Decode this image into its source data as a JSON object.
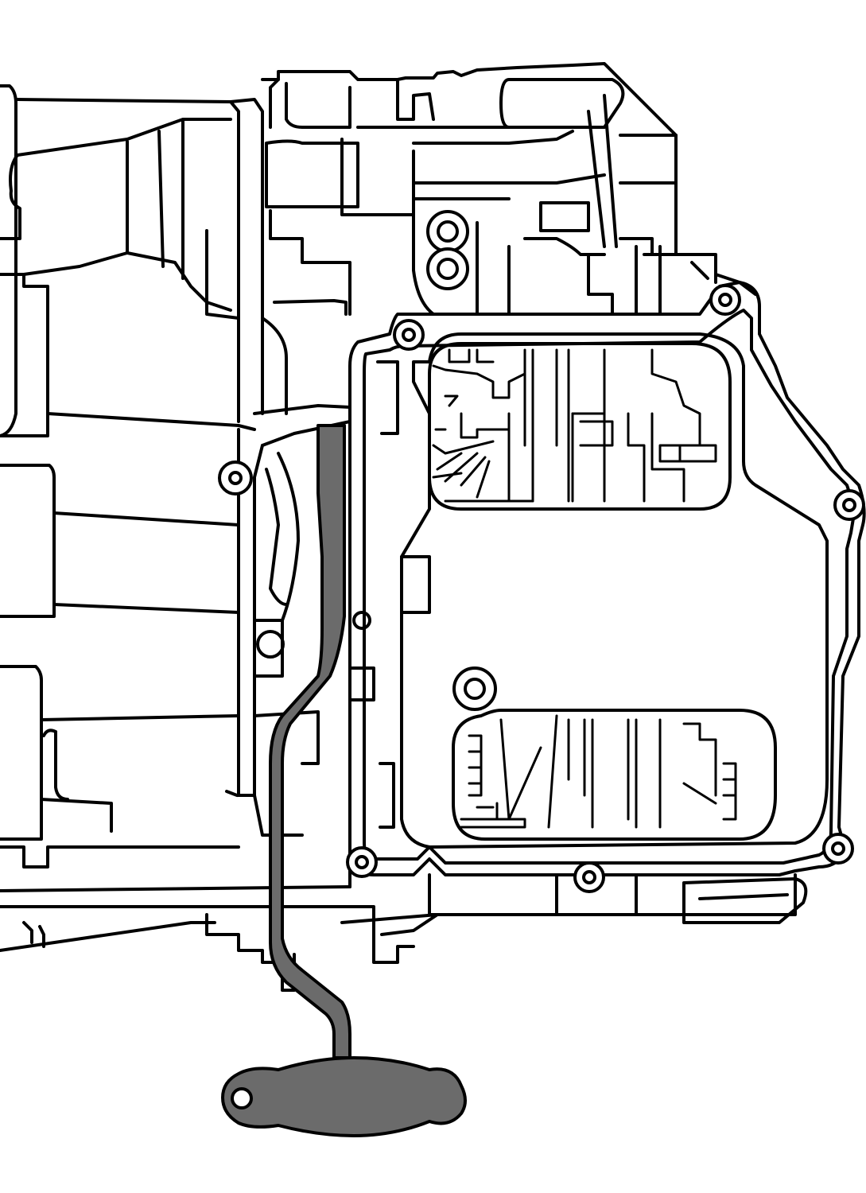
{
  "figure": {
    "colors": {
      "line": "#000000",
      "background": "#ffffff",
      "tool_fill": "#6b6b6b"
    },
    "parts": [
      "transmission-housing",
      "oil-pan",
      "valve-body",
      "removal-tool"
    ]
  }
}
